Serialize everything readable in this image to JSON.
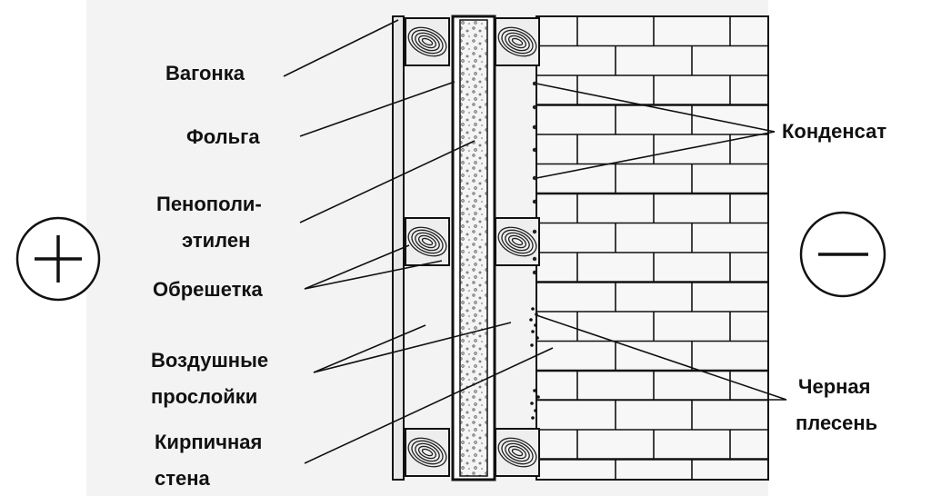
{
  "labels": {
    "vagonka": "Вагонка",
    "folga": "Фольга",
    "penopolietilen_line1": "Пенополи-",
    "penopolietilen_line2": "этилен",
    "obreshetka": "Обрешетка",
    "vozdushnye_line1": "Воздушные",
    "vozdushnye_line2": "прослойки",
    "kirpichnaya_line1": "Кирпичная",
    "kirpichnaya_line2": "стена",
    "kondensat": "Конденсат",
    "chernaya_line1": "Черная",
    "chernaya_line2": "плесень"
  },
  "symbols": {
    "plus": "+",
    "minus": "−"
  },
  "colors": {
    "line": "#111111",
    "background": "#ffffff",
    "panel_bg": "#f3f3f3",
    "brick_bg": "#f7f7f7"
  }
}
